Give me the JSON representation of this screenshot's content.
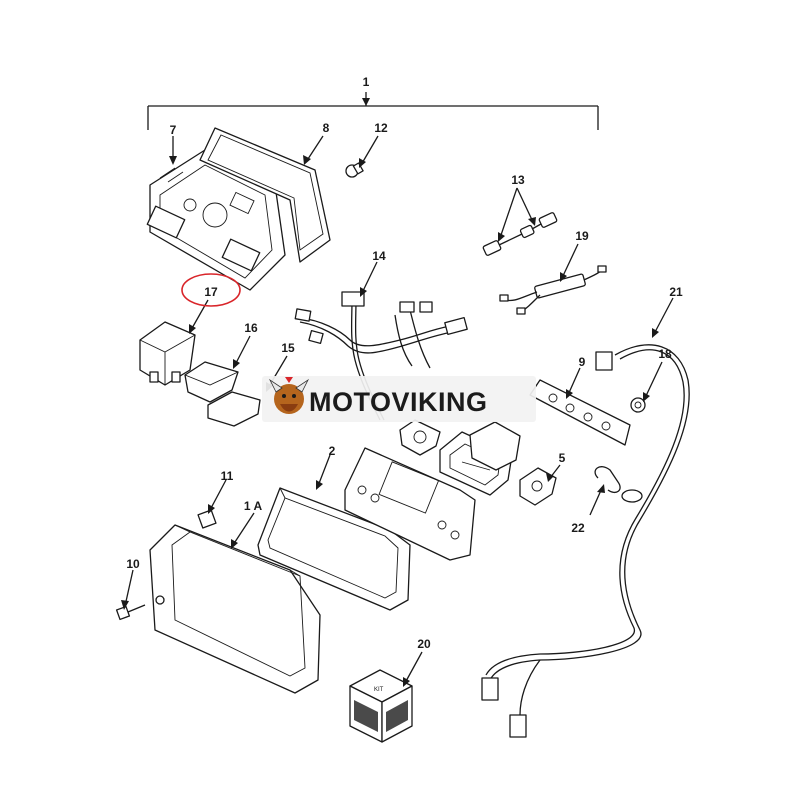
{
  "watermark": {
    "text": "MOTOVIKING"
  },
  "kit_label": "KIT",
  "highlight_color": "#d9252a",
  "callouts": [
    "1",
    "2",
    "1 A",
    "5",
    "7",
    "8",
    "9",
    "10",
    "11",
    "12",
    "13",
    "14",
    "15",
    "16",
    "17",
    "18",
    "19",
    "20",
    "21",
    "22"
  ]
}
